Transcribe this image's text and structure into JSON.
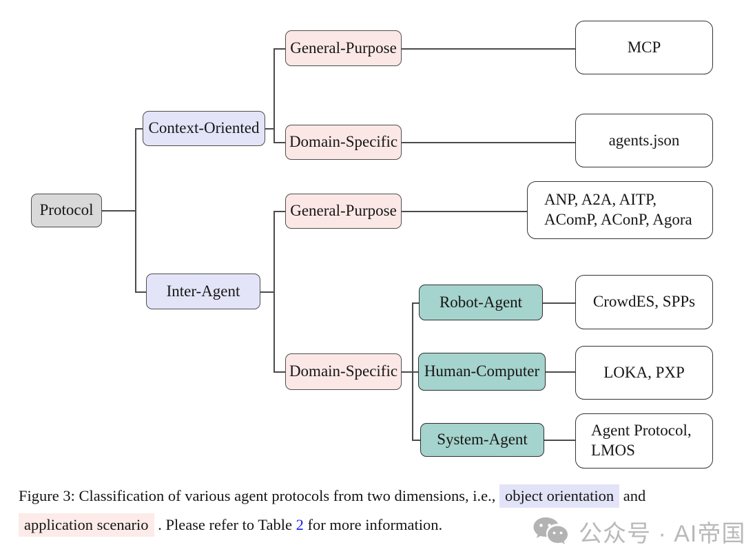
{
  "figure": {
    "nodes": {
      "protocol": "Protocol",
      "context_oriented": "Context-Oriented",
      "inter_agent": "Inter-Agent",
      "general_purpose_context": "General-Purpose",
      "domain_specific_context": "Domain-Specific",
      "general_purpose_inter": "General-Purpose",
      "domain_specific_inter": "Domain-Specific",
      "robot_agent": "Robot-Agent",
      "human_computer": "Human-Computer",
      "system_agent": "System-Agent",
      "mcp": "MCP",
      "agents_json": "agents.json",
      "anp_line1": "ANP, A2A, AITP,",
      "anp_line2": "AComP, AConP, Agora",
      "crowdes": "CrowdES, SPPs",
      "loka": "LOKA, PXP",
      "agent_protocol_line1": "Agent Protocol,",
      "agent_protocol_line2": "LMOS"
    },
    "colors": {
      "root_fill": "#d9d9d9",
      "object_orientation_fill": "#e4e4f9",
      "application_scenario_fill": "#fbe8e6",
      "domain_branch_fill": "#a5d3cd",
      "leaf_fill": "#ffffff",
      "line": "#4a4a4a",
      "link_blue": "#1414f0"
    }
  },
  "caption": {
    "part1": "Figure 3: Classification of various agent protocols from two dimensions, i.e.,",
    "highlight_lavender": "object orientation",
    "part2": "and",
    "highlight_pink": "application scenario",
    "part3": ". Please refer to Table",
    "table_link": "2",
    "part4": "for more information."
  },
  "watermark": {
    "icon": "wechat-icon",
    "text": "公众号 · AI帝国"
  }
}
